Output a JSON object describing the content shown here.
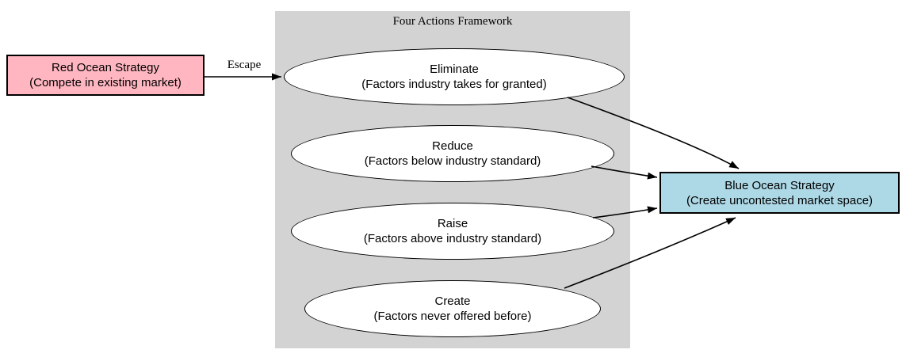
{
  "diagram": {
    "background_color": "#ffffff",
    "edge_color": "#000000",
    "red_box": {
      "title": "Red Ocean Strategy",
      "subtitle": "(Compete in existing market)",
      "fill": "#ffb6c1",
      "border_color": "#000000"
    },
    "escape_edge": {
      "label": "Escape"
    },
    "framework": {
      "title": "Four Actions Framework",
      "fill": "#d3d3d3",
      "actions": [
        {
          "title": "Eliminate",
          "subtitle": "(Factors industry takes for granted)"
        },
        {
          "title": "Reduce",
          "subtitle": "(Factors below industry standard)"
        },
        {
          "title": "Raise",
          "subtitle": "(Factors above industry standard)"
        },
        {
          "title": "Create",
          "subtitle": "(Factors never offered before)"
        }
      ],
      "node_fill": "#ffffff"
    },
    "blue_box": {
      "title": "Blue Ocean Strategy",
      "subtitle": "(Create uncontested market space)",
      "fill": "#add8e6",
      "border_color": "#000000"
    }
  }
}
